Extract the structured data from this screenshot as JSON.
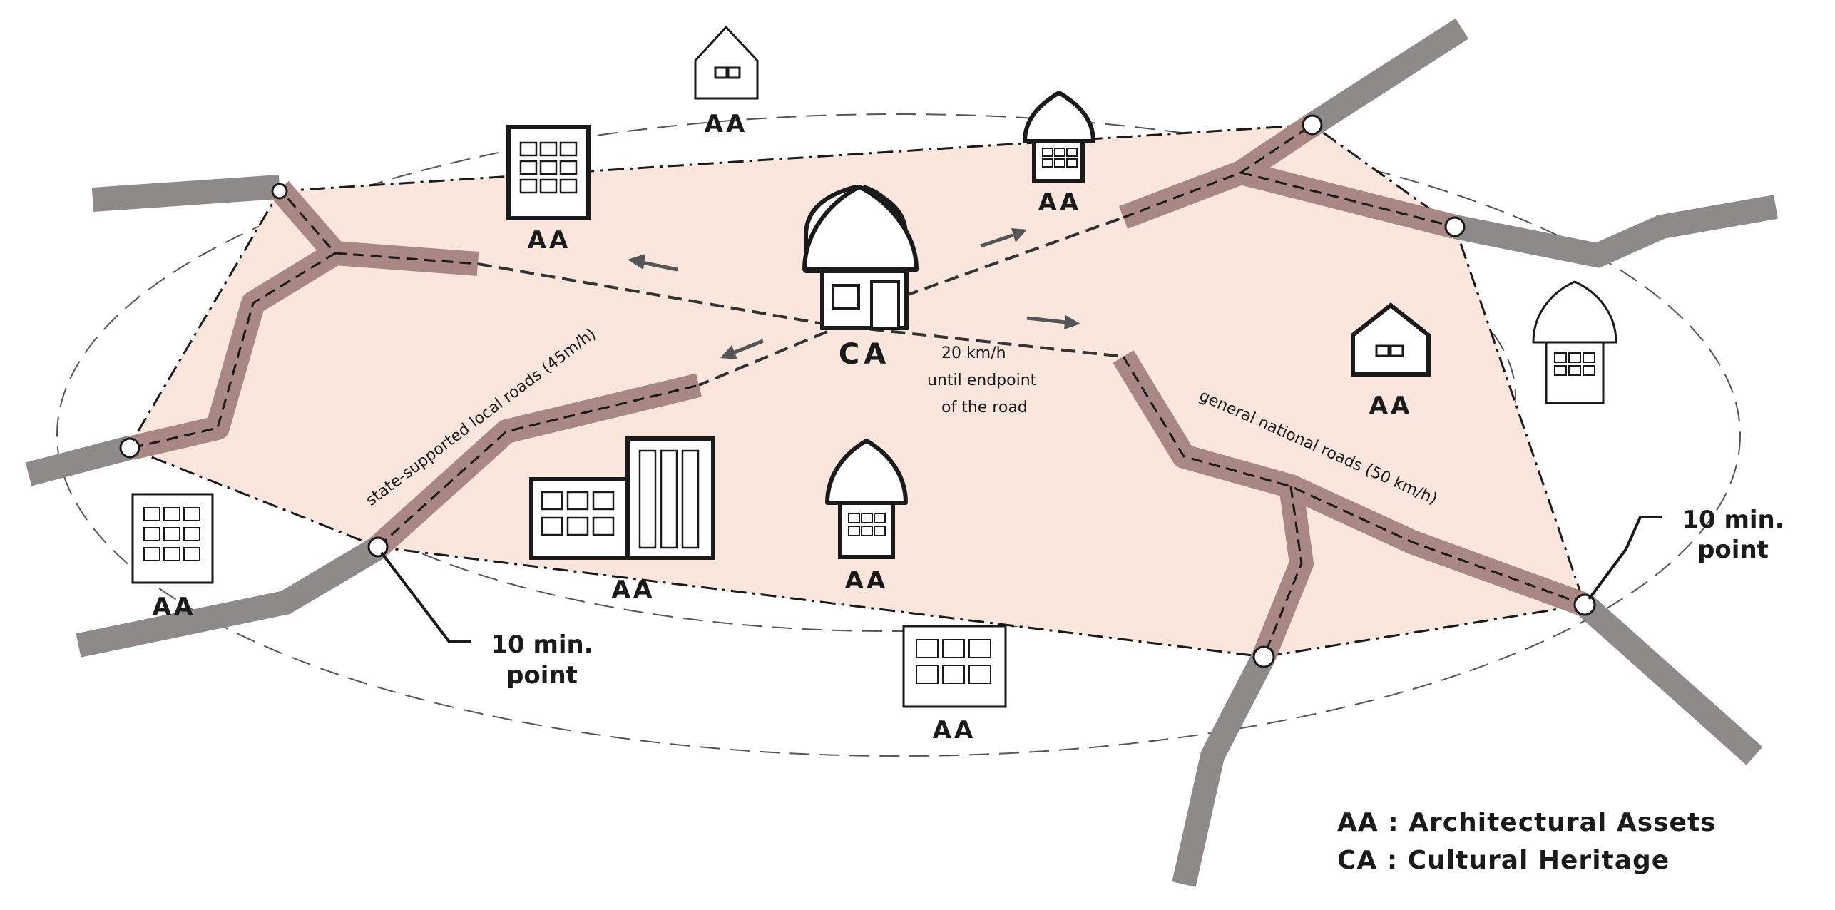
{
  "labels": {
    "aa": "AA",
    "ca": "CA",
    "speed_line1": "20 km/h",
    "speed_line2": "until endpoint",
    "speed_line3": "of the road",
    "local_roads": "state-supported local roads (45m/h)",
    "national_roads": "general national roads (50 km/h)",
    "point_line1": "10 min.",
    "point_line2": "point"
  },
  "legend": {
    "aa": "AA : Architectural Assets",
    "ca": "CA : Cultural Heritage"
  },
  "colors": {
    "zone_fill": "#fbe6dd",
    "road_gray": "#8e8a89",
    "road_highlight": "#a88784",
    "stroke": "#1a1a1a"
  }
}
